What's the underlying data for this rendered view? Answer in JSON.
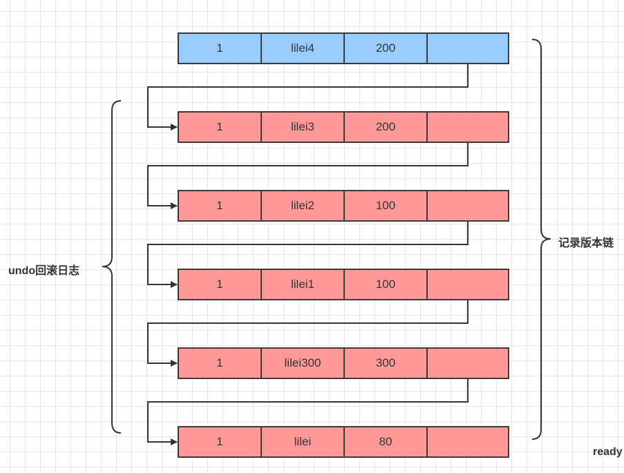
{
  "colors": {
    "current": "#99ccff",
    "history": "#ff9999",
    "stroke": "#333333"
  },
  "records": [
    {
      "cells": [
        "1",
        "lilei4",
        "200",
        ""
      ],
      "style": "current"
    },
    {
      "cells": [
        "1",
        "lilei3",
        "200",
        ""
      ],
      "style": "history"
    },
    {
      "cells": [
        "1",
        "lilei2",
        "100",
        ""
      ],
      "style": "history"
    },
    {
      "cells": [
        "1",
        "lilei1",
        "100",
        ""
      ],
      "style": "history"
    },
    {
      "cells": [
        "1",
        "lilei300",
        "300",
        ""
      ],
      "style": "history"
    },
    {
      "cells": [
        "1",
        "lilei",
        "80",
        ""
      ],
      "style": "history"
    }
  ],
  "labels": {
    "undo_log": "undo回滚日志",
    "version_chain": "记录版本链",
    "corner_text": "ready"
  }
}
